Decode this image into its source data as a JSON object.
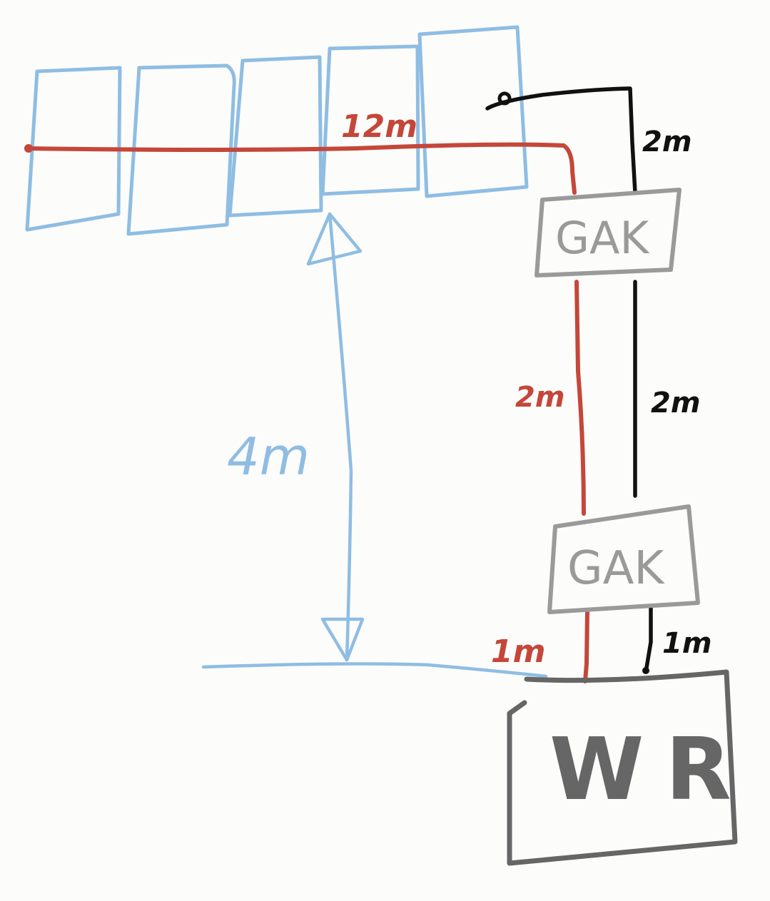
{
  "colors": {
    "background": "#fcfcfa",
    "panel": "#8fbde3",
    "red_cable": "#c4473a",
    "black_cable": "#111111",
    "gak_box": "#9a9a9a",
    "gak_text": "#9a9a9a",
    "wr_box": "#666666",
    "wr_text": "#666666",
    "dimension": "#8fbde3"
  },
  "labels": {
    "red_top": "12m",
    "red_mid": "2m",
    "red_bottom": "1m",
    "black_top": "2m",
    "black_mid": "2m",
    "black_bottom": "1m",
    "height": "4m",
    "gak_upper": "GAK",
    "gak_lower": "GAK",
    "inverter": "WR"
  }
}
